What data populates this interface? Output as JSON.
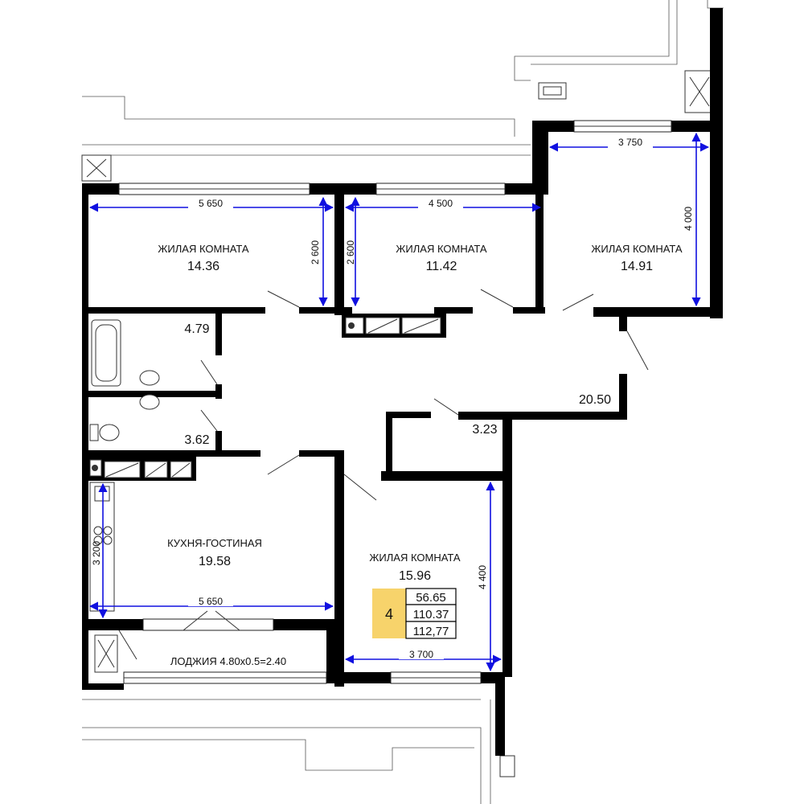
{
  "rooms": {
    "bedroom_1": {
      "name": "ЖИЛАЯ КОМНАТА",
      "area": "14.36"
    },
    "bedroom_2": {
      "name": "ЖИЛАЯ КОМНАТА",
      "area": "11.42"
    },
    "bedroom_3": {
      "name": "ЖИЛАЯ КОМНАТА",
      "area": "14.91"
    },
    "bedroom_4": {
      "name": "ЖИЛАЯ КОМНАТА",
      "area": "15.96"
    },
    "kitchen_living": {
      "name": "КУХНЯ-ГОСТИНАЯ",
      "area": "19.58"
    },
    "loggia": {
      "name": "ЛОДЖИЯ 4.80x0.5=2.40"
    },
    "bathroom": {
      "area": "4.79"
    },
    "wc": {
      "area": "3.62"
    },
    "hall": {
      "area": "20.50"
    },
    "storage": {
      "area": "3.23"
    }
  },
  "dimensions": {
    "bedroom_1_width": "5 650",
    "bedroom_1_depth": "2 600",
    "bedroom_2_width": "4 500",
    "bedroom_2_depth": "2 600",
    "bedroom_3_width": "3 750",
    "bedroom_3_depth": "4 000",
    "kitchen_width": "5 650",
    "kitchen_depth": "3 200",
    "bedroom_4_width": "3 700",
    "bedroom_4_depth": "4 400"
  },
  "summary": {
    "rooms_count": "4",
    "living_area": "56.65",
    "total_area": "110.37",
    "total_with_loggia": "112,77"
  },
  "colors": {
    "walls": "#000000",
    "dimension_lines": "#1010e0",
    "summary_badge": "#f7d36b"
  }
}
